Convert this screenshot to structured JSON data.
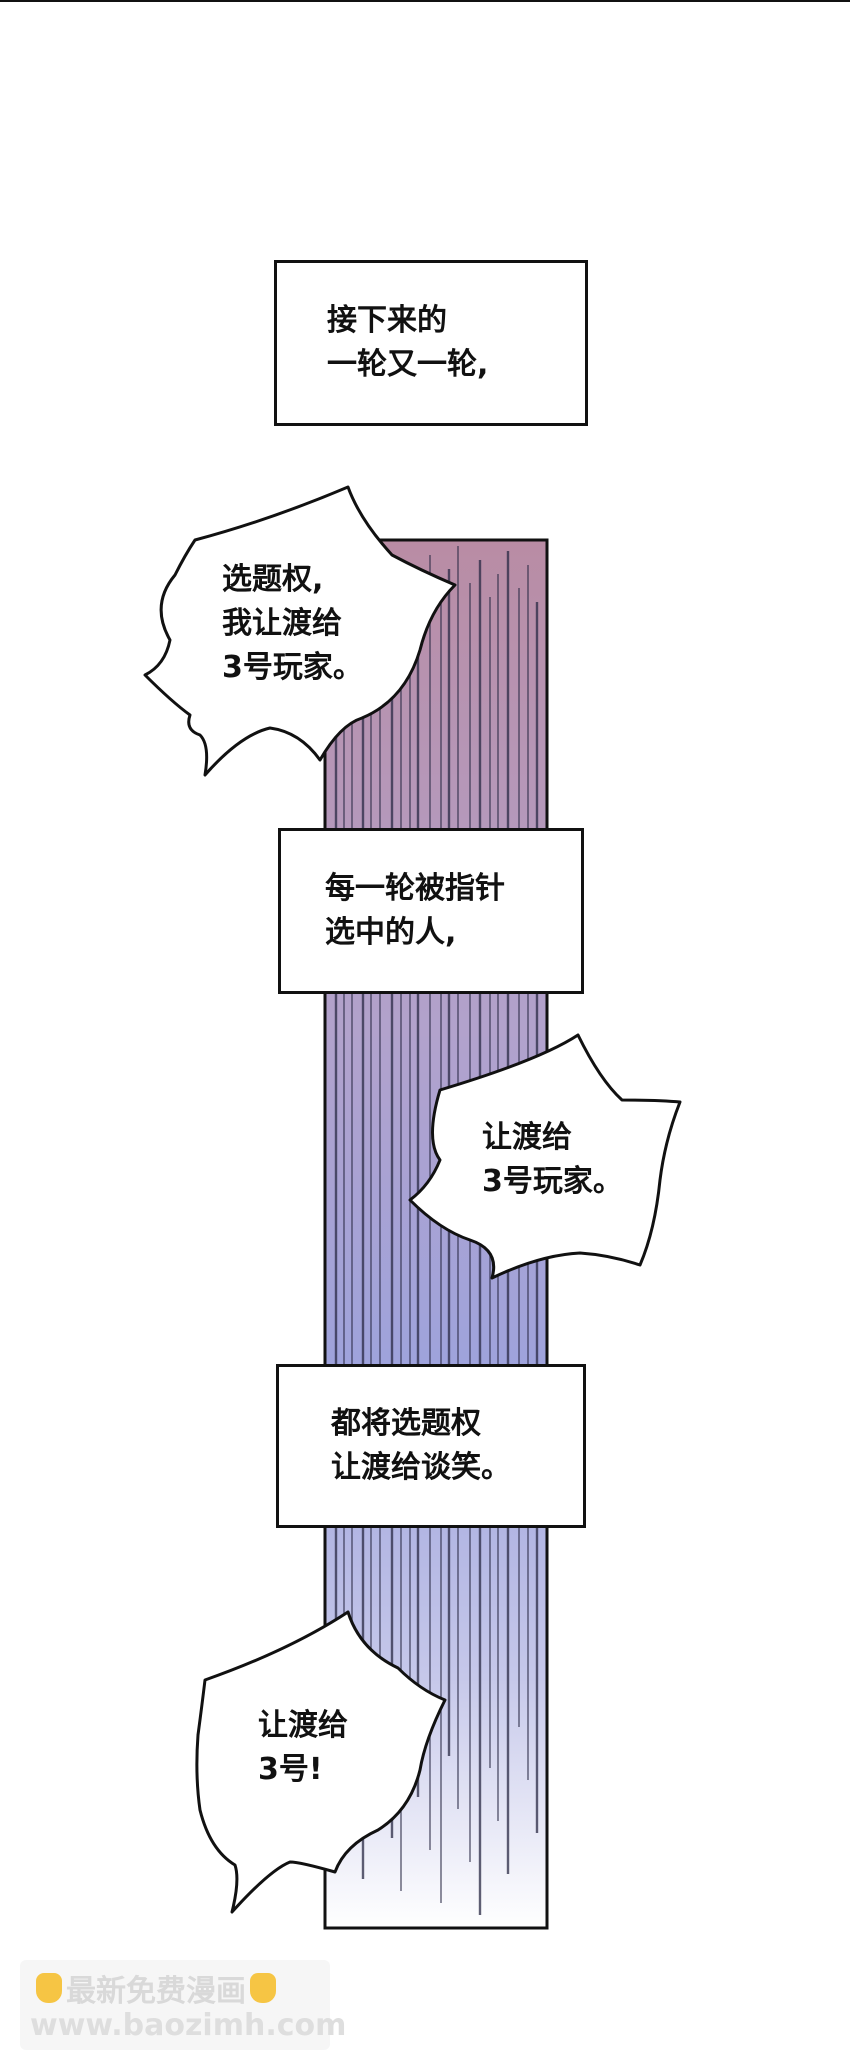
{
  "panel": {
    "captions": [
      {
        "lines": [
          "接下来的",
          "一轮又一轮,"
        ]
      },
      {
        "lines": [
          "每一轮被指针",
          "选中的人,"
        ]
      },
      {
        "lines": [
          "都将选题权",
          "让渡给谈笑。"
        ]
      }
    ],
    "bubbles": [
      {
        "lines": [
          "选题权,",
          "我让渡给",
          "3号玩家。"
        ]
      },
      {
        "lines": [
          "让渡给",
          "3号玩家。"
        ]
      },
      {
        "lines": [
          "让渡给",
          "3号!"
        ]
      }
    ]
  },
  "watermark": {
    "line1": "最新免费漫画",
    "line2": "www.baozimh.com"
  },
  "colors": {
    "pillar_top": "#b98ca4",
    "pillar_middle": "#9ea3dc",
    "pillar_bottom": "#ffffff",
    "ink": "#111111"
  }
}
